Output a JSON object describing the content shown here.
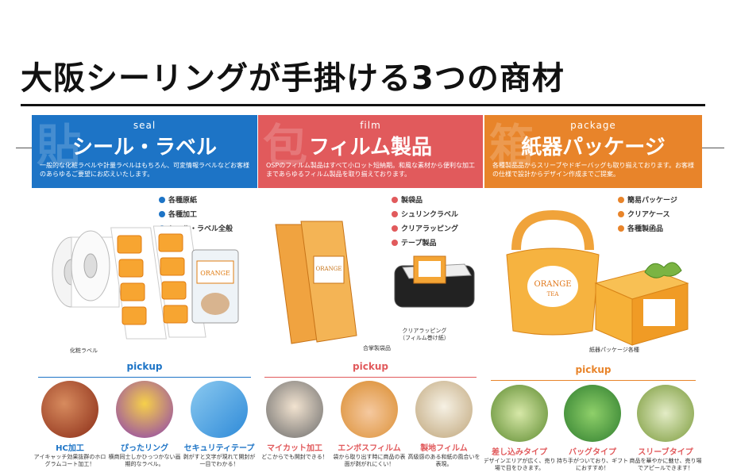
{
  "title": "大阪シーリングが手掛ける3つの商材",
  "columns": [
    {
      "sub": "seal",
      "heading": "シール・ラベル",
      "ghost": "貼",
      "desc": "一般的な化粧ラベルや計量ラベルはもちろん、可変情報ラベルなどお客様のあらゆるご要望にお応えいたします。",
      "features": [
        "各種原紙",
        "各種加工",
        "シール・ラベル全般"
      ],
      "captions": [
        "化粧ラベル"
      ],
      "pickup": "pickup",
      "picks": [
        {
          "name": "HC加工",
          "desc": "アイキャッチ効果抜群のホログラムコート加工！"
        },
        {
          "name": "ぴったリング",
          "desc": "横商同士しかひっつかない画期的なラベル。"
        },
        {
          "name": "セキュリティテープ",
          "desc": "剥がすと文字が現れて開封が一目でわかる！"
        }
      ]
    },
    {
      "sub": "film",
      "heading": "フィルム製品",
      "ghost": "包",
      "desc": "OSPのフィルム製品はすべて小ロット短納期。和風な素材から便利な加工まであらゆるフィルム製品を取り揃えております。",
      "features": [
        "製袋品",
        "シュリンクラベル",
        "クリアラッピング",
        "テープ製品"
      ],
      "captions": [
        "合掌製袋品",
        "クリアラッピング\n（フィルム巻け紙）"
      ],
      "pickup": "pickup",
      "picks": [
        {
          "name": "マイカット加工",
          "desc": "どこからでも開封できる！"
        },
        {
          "name": "エンボスフィルム",
          "desc": "袋から取り出す時に商品の表面が剥がれにくい！"
        },
        {
          "name": "製地フィルム",
          "desc": "高級感のある和紙の風合いを表現。"
        }
      ]
    },
    {
      "sub": "package",
      "heading": "紙器パッケージ",
      "ghost": "箱",
      "desc": "各種製品品からスリーブやドギーバッグも取り揃えております。お客様の仕様で設計からデザイン作成までご提案。",
      "features": [
        "簡易パッケージ",
        "クリアケース",
        "各種製函品"
      ],
      "captions": [
        "紙器パッケージ各種"
      ],
      "pickup": "pickup",
      "picks": [
        {
          "name": "差し込みタイプ",
          "desc": "デザインエリアが広く、売り場で目をひきます。"
        },
        {
          "name": "バッグタイプ",
          "desc": "持ち手がついており、ギフトにおすすめ！"
        },
        {
          "name": "スリーブタイプ",
          "desc": "商品を華やかに魅せ、売り場でアピールできます！"
        }
      ]
    }
  ],
  "product_text": {
    "brand": "ORANGE",
    "sub": "TEA"
  },
  "colors": {
    "seal": "#1d74c6",
    "film": "#e15a5c",
    "package": "#e8842a"
  }
}
